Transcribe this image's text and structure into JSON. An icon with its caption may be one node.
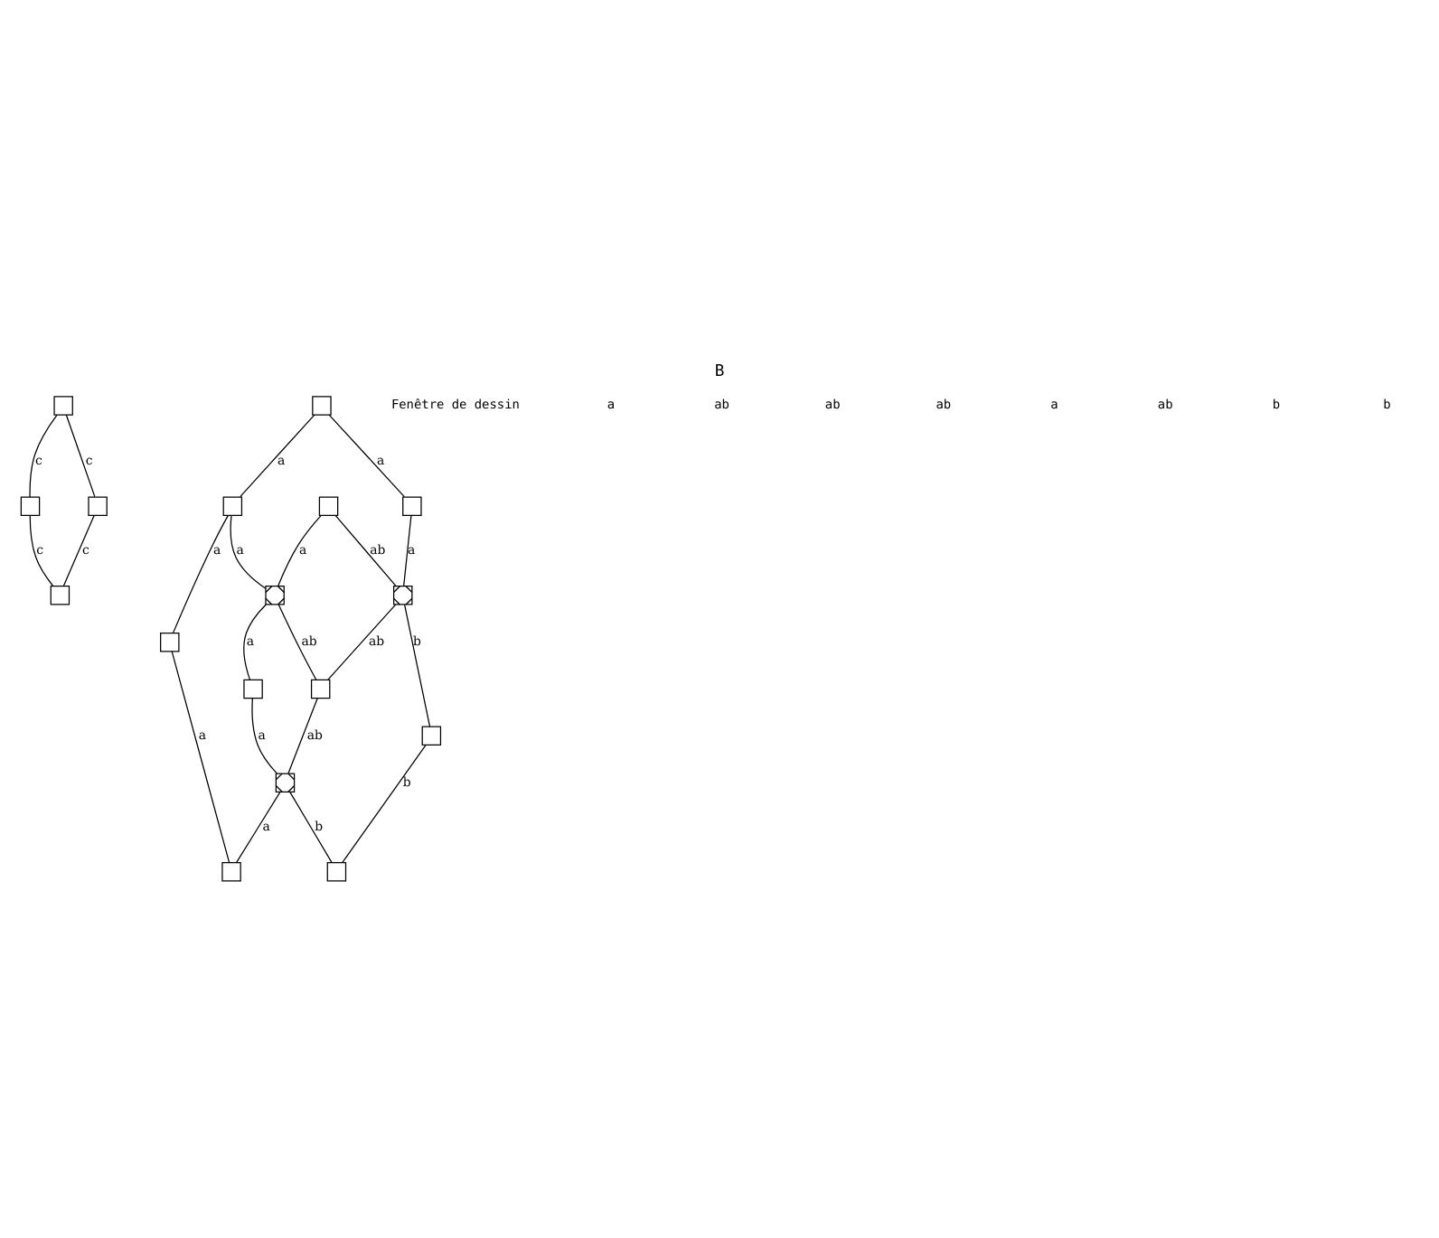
{
  "diagram": {
    "title": "B",
    "nodes": [
      {
        "text": [],
        "shape": "box"
      },
      {
        "text": [],
        "shape": "box"
      },
      {
        "text": [],
        "shape": "box"
      },
      {
        "text": [],
        "shape": "box"
      },
      {
        "text": [],
        "shape": "box"
      },
      {
        "text": [],
        "shape": "cross"
      },
      {
        "text": [],
        "shape": "box"
      },
      {
        "text": [],
        "shape": "box"
      },
      {
        "text": [],
        "shape": "box"
      },
      {
        "text": [],
        "shape": "cross"
      },
      {
        "text": [],
        "shape": "box"
      },
      {
        "text": [],
        "shape": "cross"
      },
      {
        "text": [],
        "shape": "box"
      },
      {
        "text": [],
        "shape": "box"
      },
      {
        "text": [],
        "shape": "box"
      },
      {
        "text": [],
        "shape": "box"
      },
      {
        "text": [],
        "shape": "box"
      }
    ],
    "edges": [
      {
        "from": 0,
        "to": 1,
        "arrow": "none",
        "label": "c"
      },
      {
        "from": 0,
        "to": 16,
        "arrow": "none",
        "label": "c"
      },
      {
        "from": 1,
        "to": 15,
        "arrow": "none",
        "label": "c"
      },
      {
        "from": 16,
        "to": 15,
        "arrow": "none",
        "label": "c"
      },
      {
        "from": 3,
        "to": 4,
        "arrow": "none",
        "label": "a"
      },
      {
        "from": 4,
        "to": 2,
        "arrow": "none",
        "label": "a"
      },
      {
        "from": 3,
        "to": 10,
        "arrow": "none",
        "label": "a"
      },
      {
        "from": 2,
        "to": 8,
        "arrow": "none",
        "label": "a"
      },
      {
        "from": 4,
        "to": 5,
        "arrow": "none",
        "label": "a"
      },
      {
        "from": 10,
        "to": 11,
        "arrow": "none",
        "label": "a"
      },
      {
        "from": 7,
        "to": 5,
        "arrow": "none",
        "label": "a"
      },
      {
        "from": 5,
        "to": 6,
        "arrow": "none",
        "label": "a"
      },
      {
        "from": 7,
        "to": 11,
        "arrow": "none",
        "label": "ab"
      },
      {
        "from": 5,
        "to": 12,
        "arrow": "none",
        "label": "ab"
      },
      {
        "from": 6,
        "to": 9,
        "arrow": "none",
        "label": "a"
      },
      {
        "from": 9,
        "to": 8,
        "arrow": "none",
        "label": "a"
      },
      {
        "from": 11,
        "to": 12,
        "arrow": "none",
        "label": "ab"
      },
      {
        "from": 12,
        "to": 9,
        "arrow": "none",
        "label": "ab"
      },
      {
        "from": 11,
        "to": 13,
        "arrow": "none",
        "label": "b"
      },
      {
        "from": 9,
        "to": 14,
        "arrow": "none",
        "label": "b"
      },
      {
        "from": 13,
        "to": 14,
        "arrow": "none",
        "label": "b"
      }
    ],
    "labels": [
      "Fenêtre de dessin",
      "a",
      "ab",
      "ab",
      "ab",
      "a",
      "ab",
      "b",
      "b"
    ]
  }
}
